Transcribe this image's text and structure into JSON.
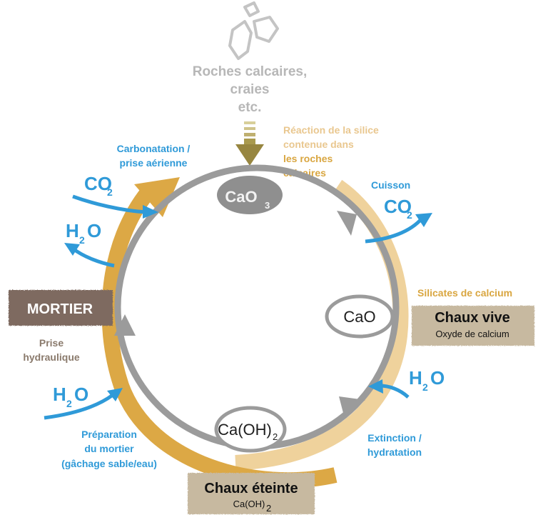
{
  "colors": {
    "cycle_gray": "#9b9b9b",
    "gold": "#dca845",
    "light_gold": "#efd29c",
    "blue": "#2f9ad8",
    "mortier_brown": "#7e6a60",
    "banner_beige": "#c7b9a0"
  },
  "icons": [
    "rock-icon"
  ],
  "top": {
    "rocks_line1": "Roches calcaires,",
    "rocks_line2": "craies",
    "rocks_line3": "etc."
  },
  "silica": {
    "line1": "Réaction de la silice",
    "line2": "contenue dans",
    "line3": "les roches",
    "line4": "calcaires"
  },
  "nodes": {
    "caco3": {
      "main": "CaO",
      "sub": "3"
    },
    "cao": {
      "main": "CaO"
    },
    "caoh2": {
      "main": "Ca(OH)",
      "sub": "2"
    }
  },
  "labels": {
    "cuisson": "Cuisson",
    "carbonatation_line1": "Carbonatation /",
    "carbonatation_line2": "prise aérienne",
    "silicates": "Silicates de calcium",
    "prise_line1": "Prise",
    "prise_line2": "hydraulique",
    "extinction_line1": "Extinction /",
    "extinction_line2": "hydratation",
    "preparation_line1": "Préparation",
    "preparation_line2": "du mortier",
    "preparation_line3": "(gâchage sable/eau)"
  },
  "formulas": {
    "co2_left": {
      "main": "CO",
      "sub": "2"
    },
    "co2_right": {
      "main": "CO",
      "sub": "2"
    },
    "h2o_left_top": {
      "main": "H",
      "sub": "2",
      "end": "O"
    },
    "h2o_left_bottom": {
      "main": "H",
      "sub": "2",
      "end": "O"
    },
    "h2o_right": {
      "main": "H",
      "sub": "2",
      "end": "O"
    }
  },
  "banners": {
    "chaux_vive": {
      "title": "Chaux vive",
      "subtitle": "Oxyde de calcium"
    },
    "chaux_eteinte": {
      "title": "Chaux éteinte",
      "subtitle_main": "Ca(OH)",
      "subtitle_sub": "2"
    },
    "mortier": "MORTIER"
  }
}
